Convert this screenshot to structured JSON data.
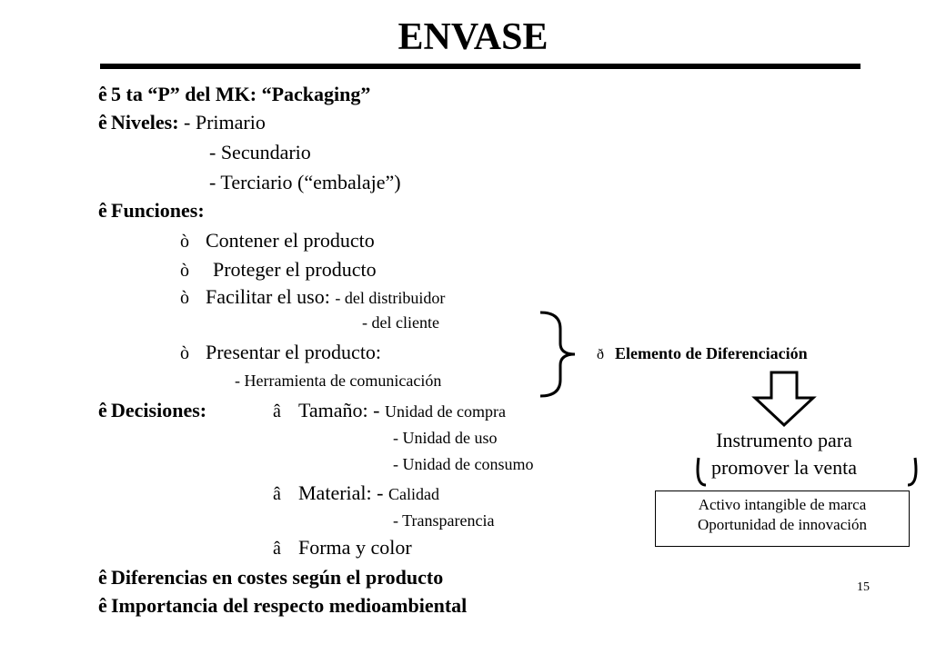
{
  "title": "ENVASE",
  "page_number": "15",
  "bullet_glyph": "ê",
  "sub_bullet_glyph": "ò",
  "side_arrow_glyph": "â",
  "diff_arrow_glyph": "ð",
  "bullets": {
    "p5": "5 ta “P” del MK: “Packaging”",
    "niveles_label": "Niveles:",
    "niveles": [
      "- Primario",
      "- Secundario",
      "- Terciario (“embalaje”)"
    ],
    "funciones_label": "Funciones:",
    "funciones": {
      "contener": "Contener el producto",
      "proteger": "Proteger el producto",
      "facilitar": "Facilitar el uso:",
      "facilitar_sub": [
        "- del distribuidor",
        "- del cliente"
      ],
      "presentar": "Presentar el producto:",
      "presentar_sub": "- Herramienta de comunicación"
    },
    "decisiones_label": "Decisiones:",
    "decisiones": {
      "tamano": "Tamaño: -",
      "tamano_sub": [
        "Unidad de compra",
        "- Unidad de uso",
        "- Unidad de consumo"
      ],
      "material": "Material: -",
      "material_sub": [
        "Calidad",
        "- Transparencia"
      ],
      "forma": "Forma y color"
    },
    "diferencias": "Diferencias en costes según el producto",
    "importancia": "Importancia del respecto medioambiental"
  },
  "right": {
    "elemento": "Elemento de Diferenciación",
    "instrumento": [
      "Instrumento para",
      "promover la venta"
    ],
    "box": [
      "Activo intangible de marca",
      "Oportunidad de innovación"
    ]
  }
}
